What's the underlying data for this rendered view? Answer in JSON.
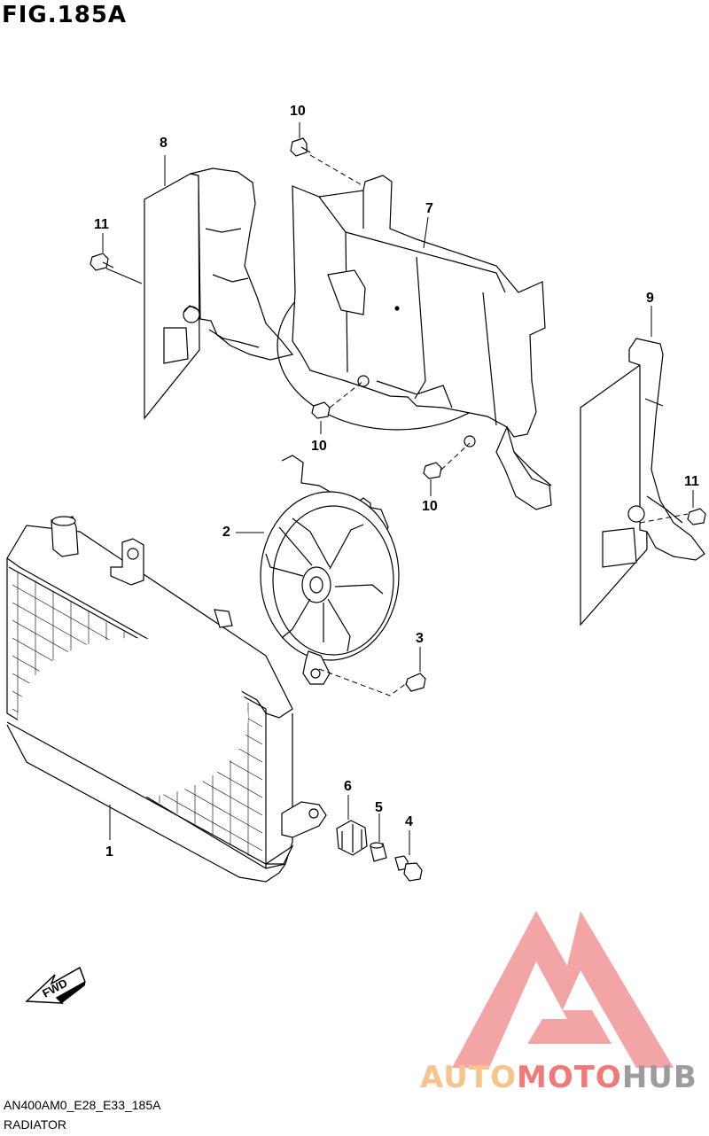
{
  "figure": {
    "title": "FIG.185A"
  },
  "callouts": [
    {
      "id": "1",
      "label": "1"
    },
    {
      "id": "2",
      "label": "2"
    },
    {
      "id": "3",
      "label": "3"
    },
    {
      "id": "4",
      "label": "4"
    },
    {
      "id": "5",
      "label": "5"
    },
    {
      "id": "6",
      "label": "6"
    },
    {
      "id": "7",
      "label": "7"
    },
    {
      "id": "8",
      "label": "8"
    },
    {
      "id": "9",
      "label": "9"
    },
    {
      "id": "10a",
      "label": "10"
    },
    {
      "id": "10b",
      "label": "10"
    },
    {
      "id": "10c",
      "label": "10"
    },
    {
      "id": "11a",
      "label": "11"
    },
    {
      "id": "11b",
      "label": "11"
    }
  ],
  "direction_arrow": {
    "label": "FWD"
  },
  "footer": {
    "code": "AN400AM0_E28_E33_185A",
    "name": "RADIATOR"
  },
  "watermark": {
    "part1": "AUTO",
    "part2": "MOTO",
    "part3": "HUB"
  },
  "colors": {
    "line": "#000000",
    "watermark_logo": "#f08080",
    "watermark_auto": "#f6c48c",
    "watermark_hub": "#9c9c9c"
  }
}
